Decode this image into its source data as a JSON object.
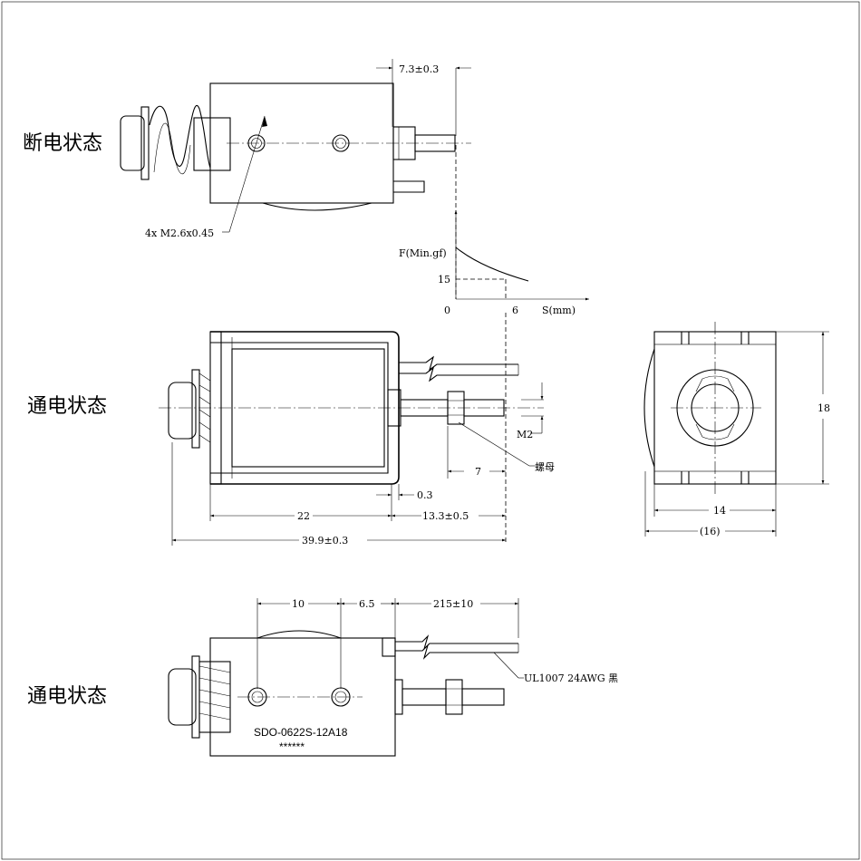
{
  "states": {
    "off": "断电状态",
    "on_front": "通电状态",
    "on_top": "通电状态"
  },
  "dimensions": {
    "stroke_offset": "7.3±0.3",
    "mount_holes": "4x M2.6x0.45",
    "nut_thread": "M2",
    "nut_label": "螺母",
    "nut_length": "7",
    "gap": "0.3",
    "body_length": "22",
    "plunger_length": "13.3±0.5",
    "total_length": "39.9±0.3",
    "side_height": "18",
    "side_width": "14",
    "side_overall": "(16)",
    "hole_spacing_1": "10",
    "hole_spacing_2": "6.5",
    "lead_length": "215±10",
    "lead_wire": "UL1007 24AWG 黑"
  },
  "force_graph": {
    "y_axis_label": "F(Min.gf)",
    "y_value": "15",
    "x_origin": "0",
    "x_value": "6",
    "x_axis_label": "S(mm)"
  },
  "body_marking": {
    "model": "SDO-0622S-12A18",
    "stars": "******"
  }
}
